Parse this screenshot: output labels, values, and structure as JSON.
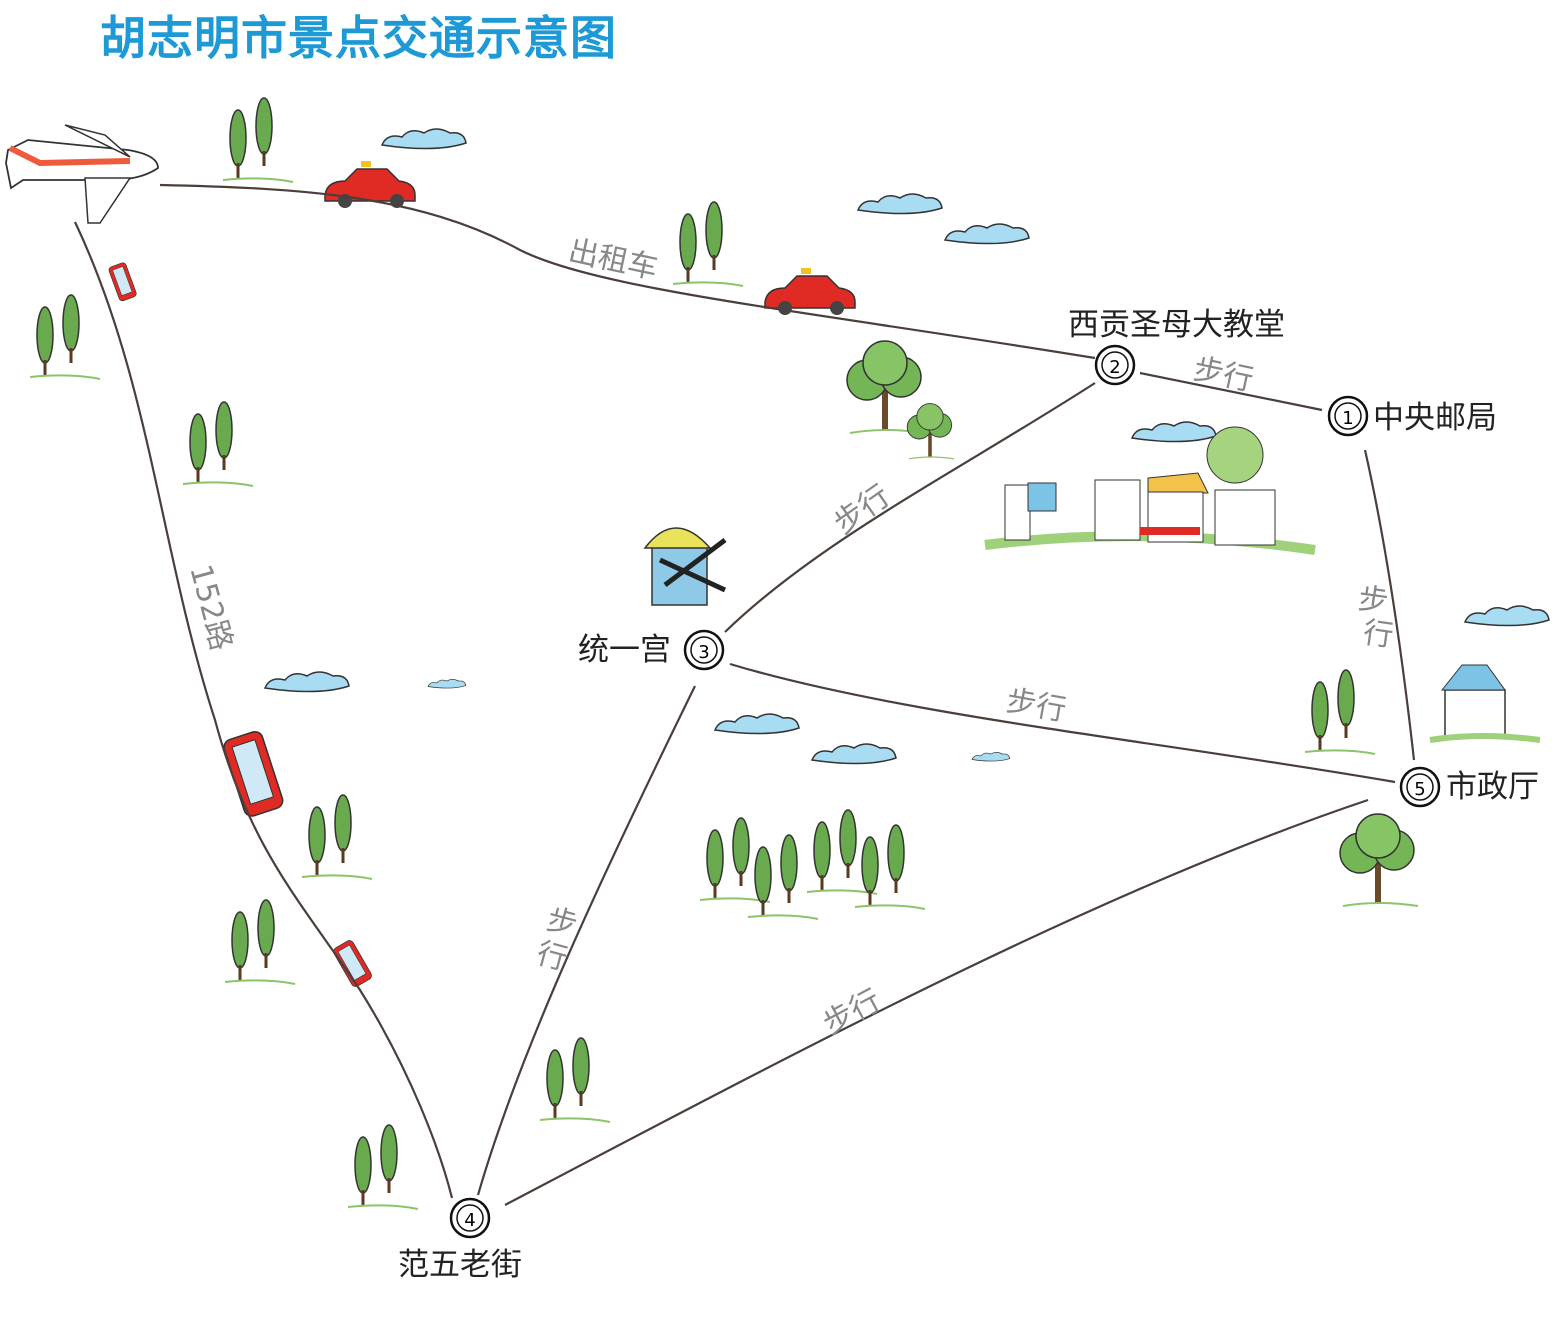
{
  "title": "胡志明市景点交通示意图",
  "colors": {
    "title": "#1d9ad6",
    "route": "#4a3f3a",
    "tree": "#6aaa4e",
    "cloud": "#7cc3e6",
    "vehicle": "#e02b24"
  },
  "stations": [
    {
      "number": "1",
      "name": "中央邮局"
    },
    {
      "number": "2",
      "name": "西贡圣母大教堂"
    },
    {
      "number": "3",
      "name": "统一宫"
    },
    {
      "number": "4",
      "name": "范五老街"
    },
    {
      "number": "5",
      "name": "市政厅"
    }
  ],
  "routes": {
    "taxi": "出租车",
    "bus": "152路",
    "walk_2_1": "步行",
    "walk_2_3": "步行",
    "walk_1_5": [
      "步",
      "行"
    ],
    "walk_3_5": "步行",
    "walk_3_4": [
      "步",
      "行"
    ],
    "walk_4_5": "步行"
  },
  "icons": [
    "airplane-icon",
    "taxi-icon",
    "bus-icon",
    "windmill-icon",
    "church-icon",
    "village-icon",
    "tree-icon",
    "cloud-icon"
  ]
}
